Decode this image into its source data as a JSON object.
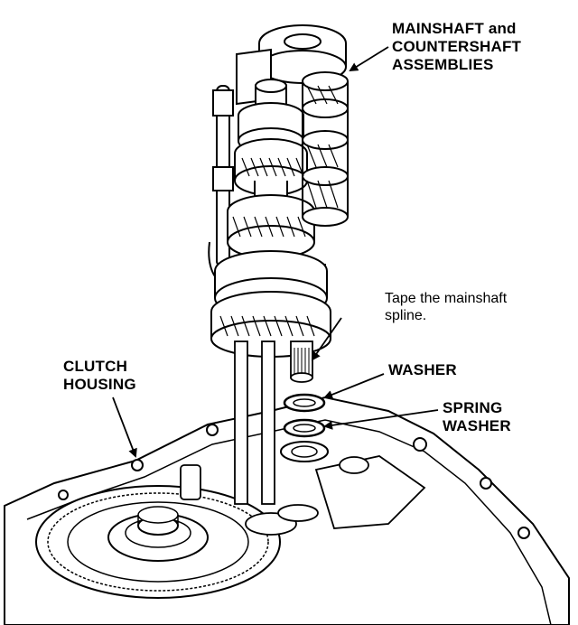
{
  "labels": {
    "assemblies": [
      "MAINSHAFT and",
      "COUNTERSHAFT",
      "ASSEMBLIES"
    ],
    "tape_note": [
      "Tape the mainshaft",
      "spline."
    ],
    "washer": "WASHER",
    "spring_washer": [
      "SPRING",
      "WASHER"
    ],
    "clutch_housing": [
      "CLUTCH",
      "HOUSING"
    ]
  }
}
